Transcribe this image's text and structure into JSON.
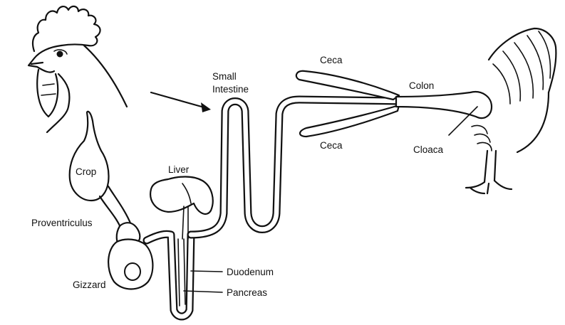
{
  "labels": {
    "crop": "Crop",
    "proventriculus": "Proventriculus",
    "gizzard": "Gizzard",
    "liver": "Liver",
    "duodenum": "Duodenum",
    "pancreas": "Pancreas",
    "small_intestine_line1": "Small",
    "small_intestine_line2": "Intestine",
    "ceca_top": "Ceca",
    "ceca_bottom": "Ceca",
    "colon": "Colon",
    "cloaca": "Cloaca"
  },
  "colors": {
    "ink": "#111111",
    "background": "#ffffff"
  }
}
